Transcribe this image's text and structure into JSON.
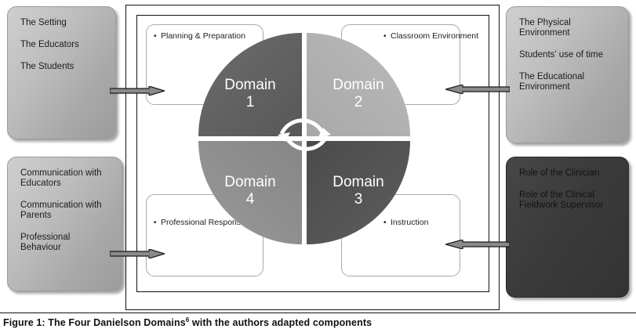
{
  "figure": {
    "caption_prefix": "Figure 1: The Four Danielson Domains",
    "caption_superscript": "6",
    "caption_suffix": " with the authors  adapted components"
  },
  "colors": {
    "domain1": "#636363",
    "domain2": "#b2b2b2",
    "domain3": "#555555",
    "domain4": "#909090",
    "box_light": "#bdbdbd",
    "box_dark": "#3b3b3b",
    "frame": "#111111",
    "arrow_fill": "#8a8a8a",
    "arrow_stroke": "#1a1a1a"
  },
  "corner_boxes": {
    "top_left": {
      "style": "light",
      "lines": [
        "The Setting",
        "The Educators",
        "The Students"
      ]
    },
    "top_right": {
      "style": "light",
      "lines": [
        "The Physical Environment",
        "Students’ use of time",
        "The Educational Environment"
      ]
    },
    "bottom_left": {
      "style": "light",
      "lines": [
        "Communication with Educators",
        "Communication with Parents",
        "Professional Behaviour"
      ]
    },
    "bottom_right": {
      "style": "dark",
      "lines": [
        "Role of the Clinician",
        "Role of the Clinical Fieldwork Supervisor"
      ]
    }
  },
  "domain_boxes": {
    "top_left": "Planning & Preparation",
    "top_right": "Classroom Environment",
    "bottom_left": "Professional Responsibilities",
    "bottom_right": "Instruction"
  },
  "circle": {
    "quadrants": [
      {
        "id": "domain1",
        "label": "Domain",
        "number": "1",
        "position": "top-left"
      },
      {
        "id": "domain2",
        "label": "Domain",
        "number": "2",
        "position": "top-right"
      },
      {
        "id": "domain3",
        "label": "Domain",
        "number": "3",
        "position": "bottom-right"
      },
      {
        "id": "domain4",
        "label": "Domain",
        "number": "4",
        "position": "bottom-left"
      }
    ],
    "center_icon": "cyclic-rotation-icon"
  },
  "arrows": [
    {
      "id": "arrow-top-left",
      "direction": "right"
    },
    {
      "id": "arrow-top-right",
      "direction": "left"
    },
    {
      "id": "arrow-bottom-left",
      "direction": "right"
    },
    {
      "id": "arrow-bottom-right",
      "direction": "left"
    }
  ]
}
